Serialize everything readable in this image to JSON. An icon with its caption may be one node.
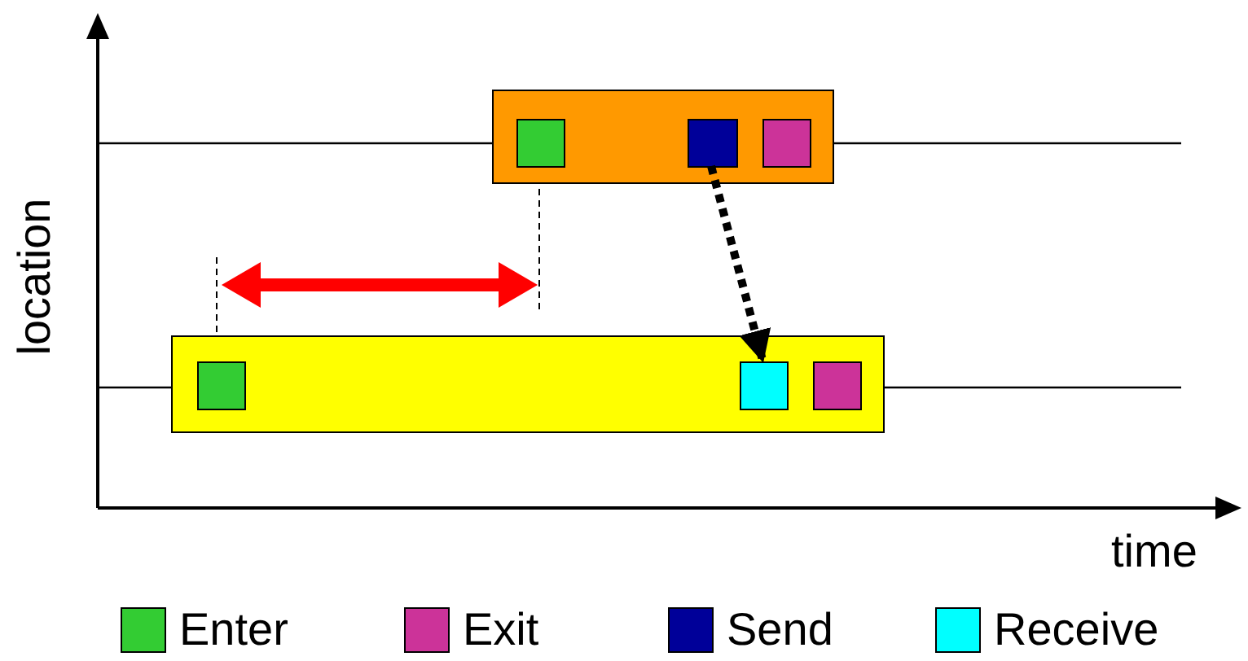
{
  "diagram": {
    "nodes": [
      {
        "text": [],
        "shape": "box"
      },
      {
        "text": [],
        "shape": "box",
        "in": 0
      },
      {
        "text": [],
        "shape": "box",
        "in": 0
      },
      {
        "text": [],
        "shape": "box",
        "in": 0
      },
      {
        "text": [],
        "shape": "box"
      },
      {
        "text": [],
        "shape": "box",
        "in": 4
      },
      {
        "text": [],
        "shape": "box",
        "in": 4
      },
      {
        "text": [],
        "shape": "box",
        "in": 4
      }
    ],
    "edges": [
      {
        "from": 2,
        "to": 6,
        "arrow": "to",
        "style": "dashed"
      }
    ],
    "labels": [
      "location",
      "time"
    ],
    "legend": [
      {
        "text": "Enter",
        "color": "#33cc33"
      },
      {
        "text": "Exit",
        "color": "#cc3399"
      },
      {
        "text": "Send",
        "color": "#000099"
      },
      {
        "text": "Receive",
        "color": "#00ffff"
      }
    ]
  }
}
